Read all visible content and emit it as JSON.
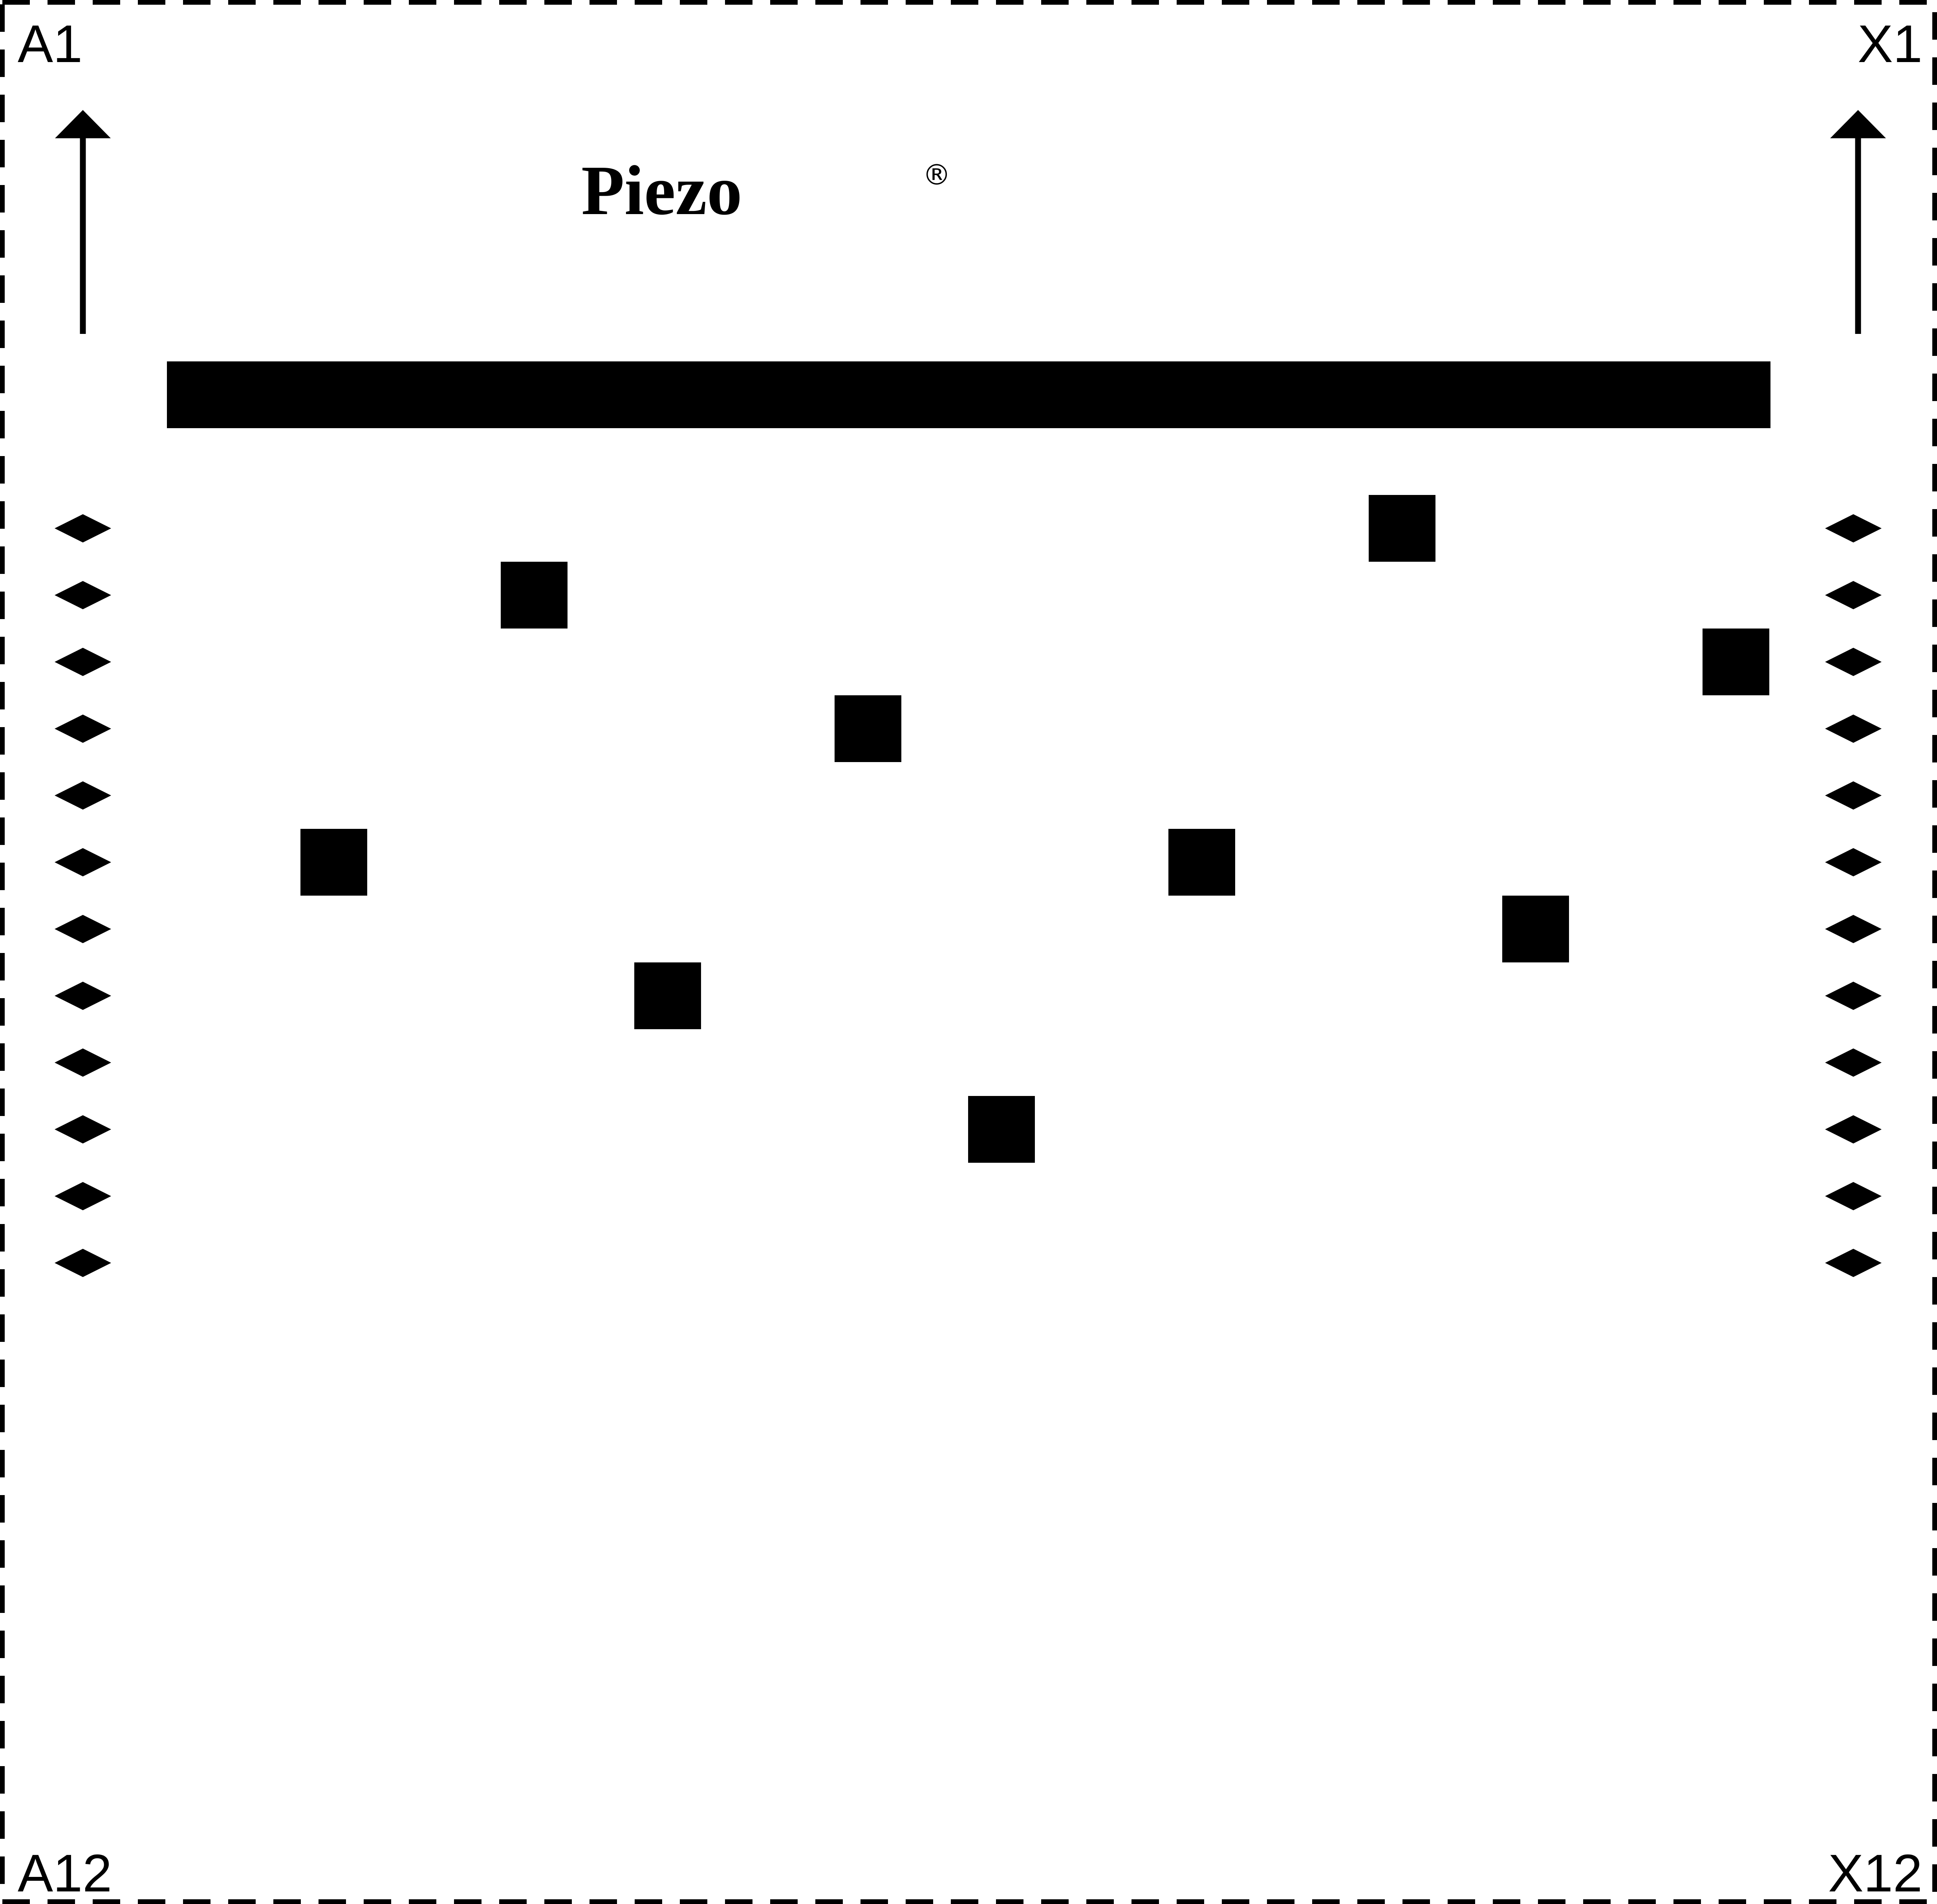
{
  "corner_labels": {
    "top_left": "A1",
    "top_right": "X1",
    "bottom_left": "A12",
    "bottom_right": "X12"
  },
  "logo": {
    "text": "Piezo",
    "mark": "®"
  },
  "colors": {
    "ink": "#000000",
    "paper": "#ffffff"
  },
  "icons": {
    "side_arrows": "up-arrow-icon",
    "side_markers": "diamond-icon"
  },
  "grid": {
    "columns": 24,
    "rows": 12,
    "marker_rows_per_side": 12
  },
  "squares": [
    {
      "column": 3,
      "row": 6
    },
    {
      "column": 6,
      "row": 2
    },
    {
      "column": 8,
      "row": 8
    },
    {
      "column": 11,
      "row": 4
    },
    {
      "column": 13,
      "row": 10
    },
    {
      "column": 16,
      "row": 6
    },
    {
      "column": 19,
      "row": 1
    },
    {
      "column": 21,
      "row": 7
    },
    {
      "column": 24,
      "row": 3
    }
  ]
}
